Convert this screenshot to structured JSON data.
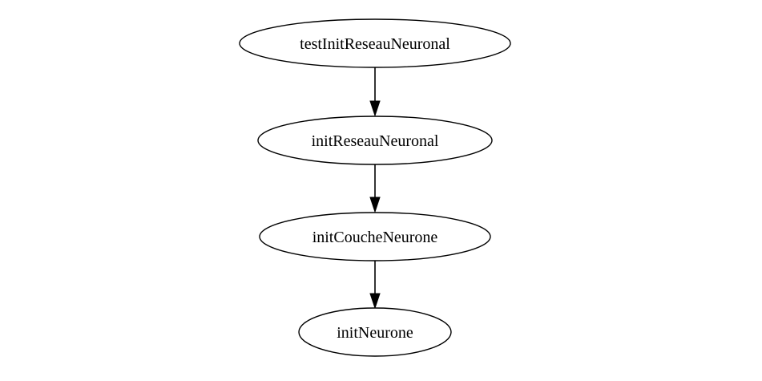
{
  "graph": {
    "nodes": [
      {
        "id": "testInitReseauNeuronal",
        "label": "testInitReseauNeuronal"
      },
      {
        "id": "initReseauNeuronal",
        "label": "initReseauNeuronal"
      },
      {
        "id": "initCoucheNeurone",
        "label": "initCoucheNeurone"
      },
      {
        "id": "initNeurone",
        "label": "initNeurone"
      }
    ],
    "edges": [
      {
        "from": "testInitReseauNeuronal",
        "to": "initReseauNeuronal"
      },
      {
        "from": "initReseauNeuronal",
        "to": "initCoucheNeurone"
      },
      {
        "from": "initCoucheNeurone",
        "to": "initNeurone"
      }
    ]
  }
}
